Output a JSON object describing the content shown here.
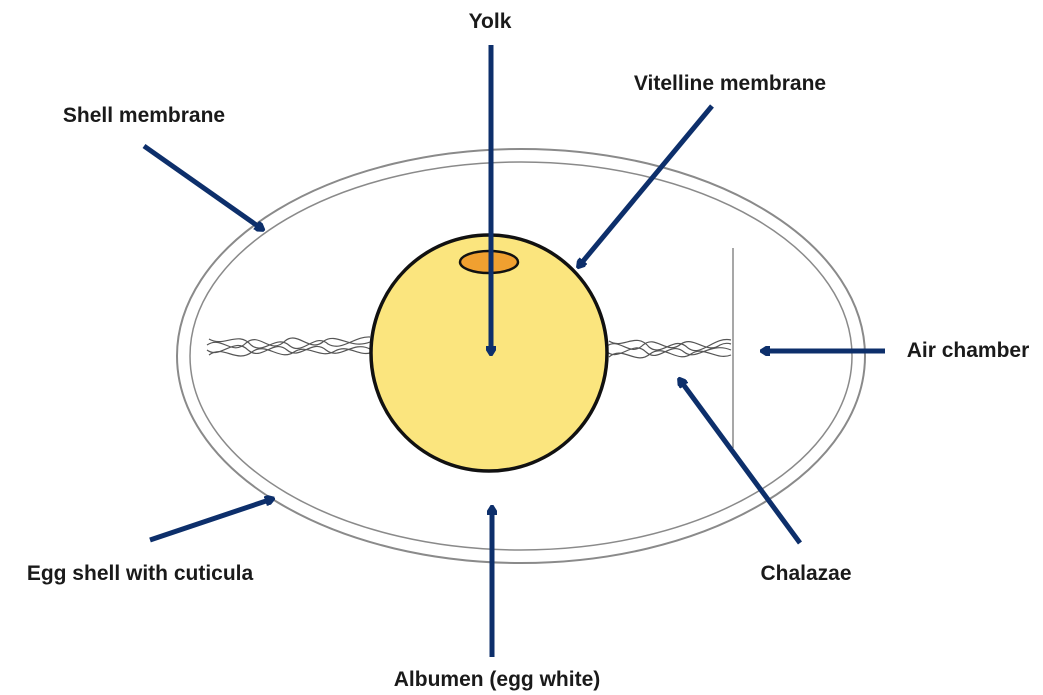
{
  "diagram": {
    "labels": {
      "yolk": "Yolk",
      "vitelline_membrane": "Vitelline membrane",
      "shell_membrane": "Shell membrane",
      "air_chamber": "Air chamber",
      "egg_shell": "Egg shell with cuticula",
      "chalazae": "Chalazae",
      "albumen": "Albumen (egg white)"
    },
    "colors": {
      "arrow": "#0d2f6b",
      "yolk_fill": "#fbe57e",
      "germinal_disc": "#f0a030",
      "outline": "#111111",
      "shell_line": "#8a8a8a",
      "chalazae_line": "#555555"
    }
  }
}
